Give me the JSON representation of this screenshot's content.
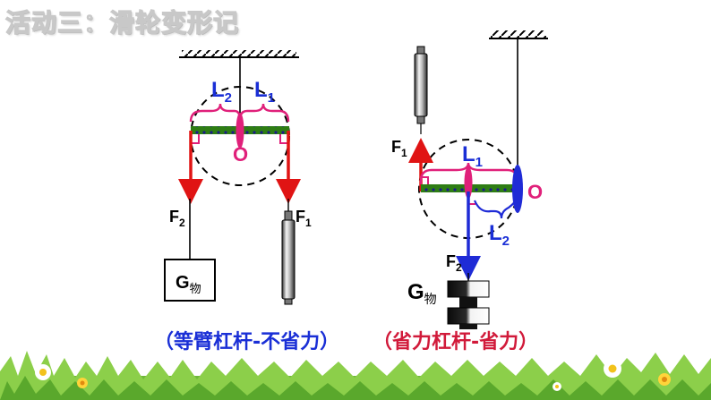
{
  "title": "活动三：滑轮变形记",
  "left_diagram": {
    "label_L2": "L",
    "label_L2_sub": "2",
    "label_L1": "L",
    "label_L1_sub": "1",
    "label_O": "O",
    "label_F2": "F",
    "label_F2_sub": "2",
    "label_F1": "F",
    "label_F1_sub": "1",
    "label_G": "G",
    "label_G_sub": "物",
    "caption": "（等臂杠杆-不省力）"
  },
  "right_diagram": {
    "label_F1": "F",
    "label_F1_sub": "1",
    "label_L1": "L",
    "label_L1_sub": "1",
    "label_O": "O",
    "label_L2": "L",
    "label_L2_sub": "2",
    "label_F2": "F",
    "label_F2_sub": "2",
    "label_G": "G",
    "label_G_sub": "物",
    "caption": "（省力杠杆-省力）"
  },
  "colors": {
    "force_arrow": "#e01414",
    "force_arrow_blue": "#1f2bd6",
    "lever_green": "#2e7d14",
    "bracket_pink": "#e0207a",
    "label_blue": "#1a2fd6",
    "label_pink": "#e0207a"
  }
}
